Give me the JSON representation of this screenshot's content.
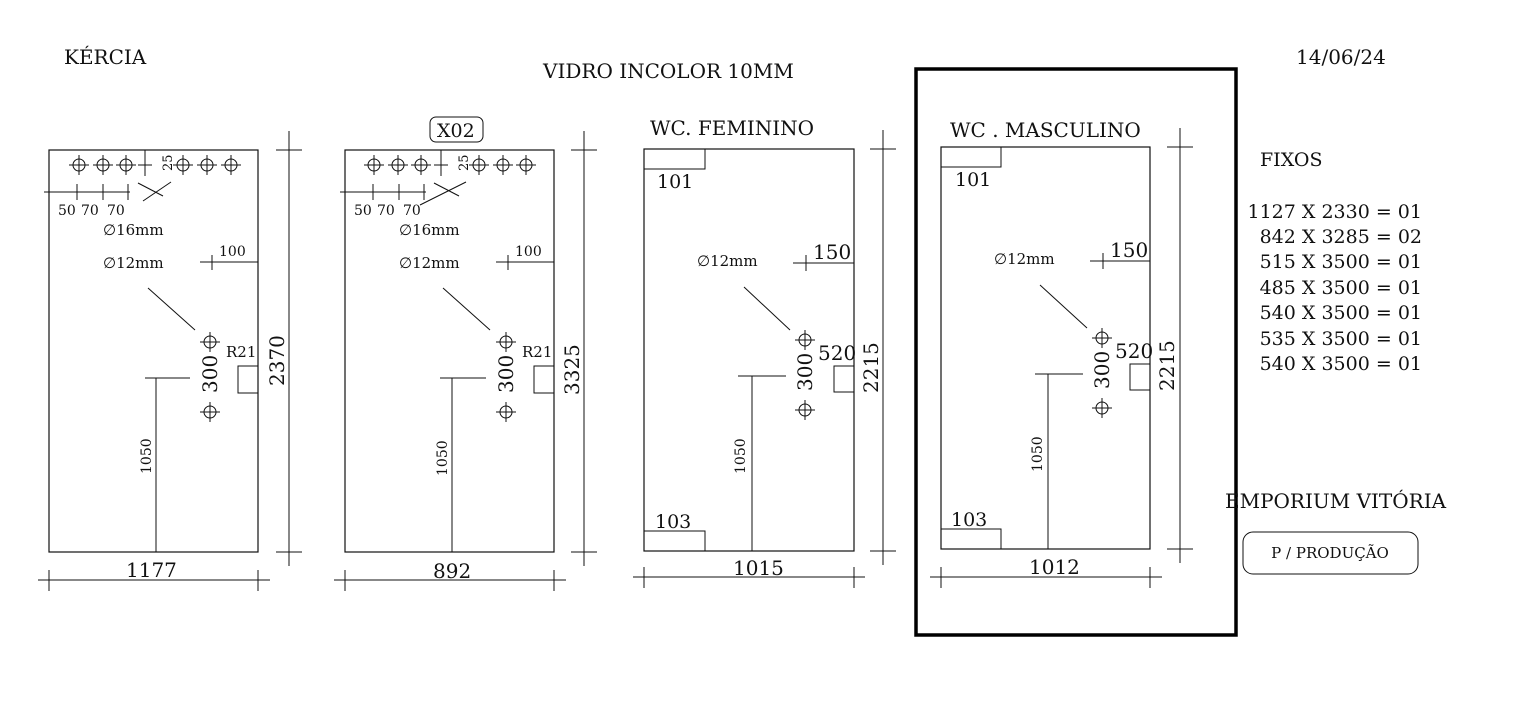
{
  "header": {
    "client": "KÉRCIA",
    "material": "VIDRO INCOLOR 10MM",
    "date": "14/06/24"
  },
  "panels": [
    {
      "id": "p1",
      "tag": "",
      "title": "",
      "width": "1177",
      "height": "2370",
      "offsets": [
        "50",
        "70",
        "70"
      ],
      "hole_spacing": "25",
      "dia_large": "∅16mm",
      "dia_small": "∅12mm",
      "edge_offset": "100",
      "radius": "R21",
      "hole_gap": "300",
      "handle_height": "1050",
      "corner_top": "",
      "corner_bottom": ""
    },
    {
      "id": "p2",
      "tag": "X02",
      "title": "",
      "width": "892",
      "height": "3325",
      "offsets": [
        "50",
        "70",
        "70"
      ],
      "hole_spacing": "25",
      "dia_large": "∅16mm",
      "dia_small": "∅12mm",
      "edge_offset": "100",
      "radius": "R21",
      "hole_gap": "300",
      "handle_height": "1050",
      "corner_top": "",
      "corner_bottom": ""
    },
    {
      "id": "p3",
      "tag": "",
      "title": "WC. FEMININO",
      "width": "1015",
      "height": "2215",
      "offsets": [],
      "hole_spacing": "",
      "dia_large": "",
      "dia_small": "∅12mm",
      "edge_offset": "150",
      "radius": "520",
      "hole_gap": "300",
      "handle_height": "1050",
      "corner_top": "101",
      "corner_bottom": "103"
    },
    {
      "id": "p4",
      "tag": "",
      "title": "WC . MASCULINO",
      "width": "1012",
      "height": "2215",
      "offsets": [],
      "hole_spacing": "",
      "dia_large": "",
      "dia_small": "∅12mm",
      "edge_offset": "150",
      "radius": "520",
      "hole_gap": "300",
      "handle_height": "1050",
      "corner_top": "101",
      "corner_bottom": "103"
    }
  ],
  "fixos": {
    "title": "FIXOS",
    "lines": [
      "1127 X 2330 = 01",
      "842 X 3285 = 02",
      "515 X 3500 = 01",
      "485 X 3500 = 01",
      "540 X 3500 = 01",
      "535 X 3500 = 01",
      "540 X 3500 = 01"
    ]
  },
  "footer": {
    "company": "EMPORIUM VITÓRIA",
    "status_button": "P / PRODUÇÃO"
  }
}
